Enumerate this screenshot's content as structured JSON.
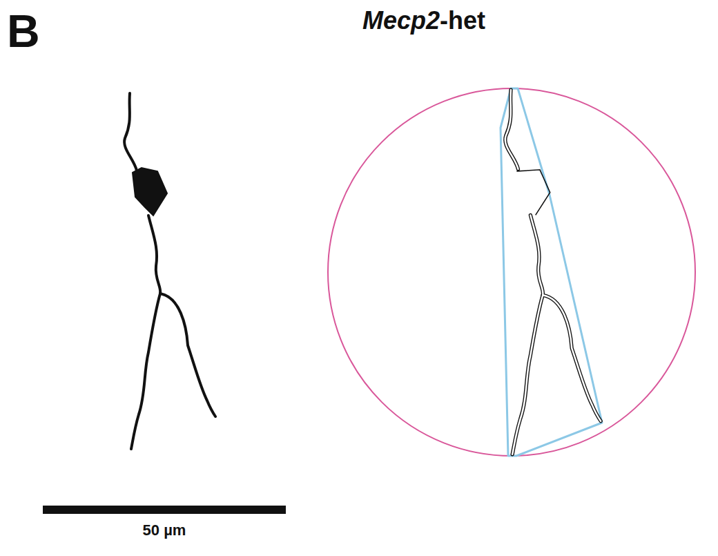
{
  "diagram": {
    "title": "Mecp2-het",
    "labels": [
      "B",
      "50 µm"
    ]
  }
}
